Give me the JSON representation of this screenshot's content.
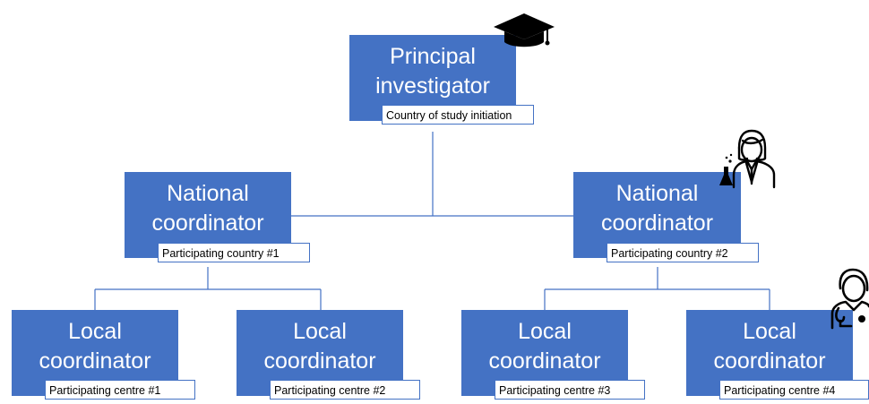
{
  "colors": {
    "node_fill": "#4472c4",
    "node_text": "#ffffff",
    "connector": "#4472c4",
    "icon": "#000000"
  },
  "nodes": {
    "pi": {
      "title": [
        "Principal",
        "investigator"
      ],
      "subtitle": "Country of study initiation",
      "icon": "graduation-cap-icon"
    },
    "nc1": {
      "title": [
        "National",
        "coordinator"
      ],
      "subtitle": "Participating country #1"
    },
    "nc2": {
      "title": [
        "National",
        "coordinator"
      ],
      "subtitle": "Participating country #2",
      "icon": "scientist-icon"
    },
    "lc1": {
      "title": [
        "Local",
        "coordinator"
      ],
      "subtitle": "Participating centre #1"
    },
    "lc2": {
      "title": [
        "Local",
        "coordinator"
      ],
      "subtitle": "Participating centre #2"
    },
    "lc3": {
      "title": [
        "Local",
        "coordinator"
      ],
      "subtitle": "Participating centre #3"
    },
    "lc4": {
      "title": [
        "Local",
        "coordinator"
      ],
      "subtitle": "Participating centre #4",
      "icon": "doctor-icon"
    }
  }
}
